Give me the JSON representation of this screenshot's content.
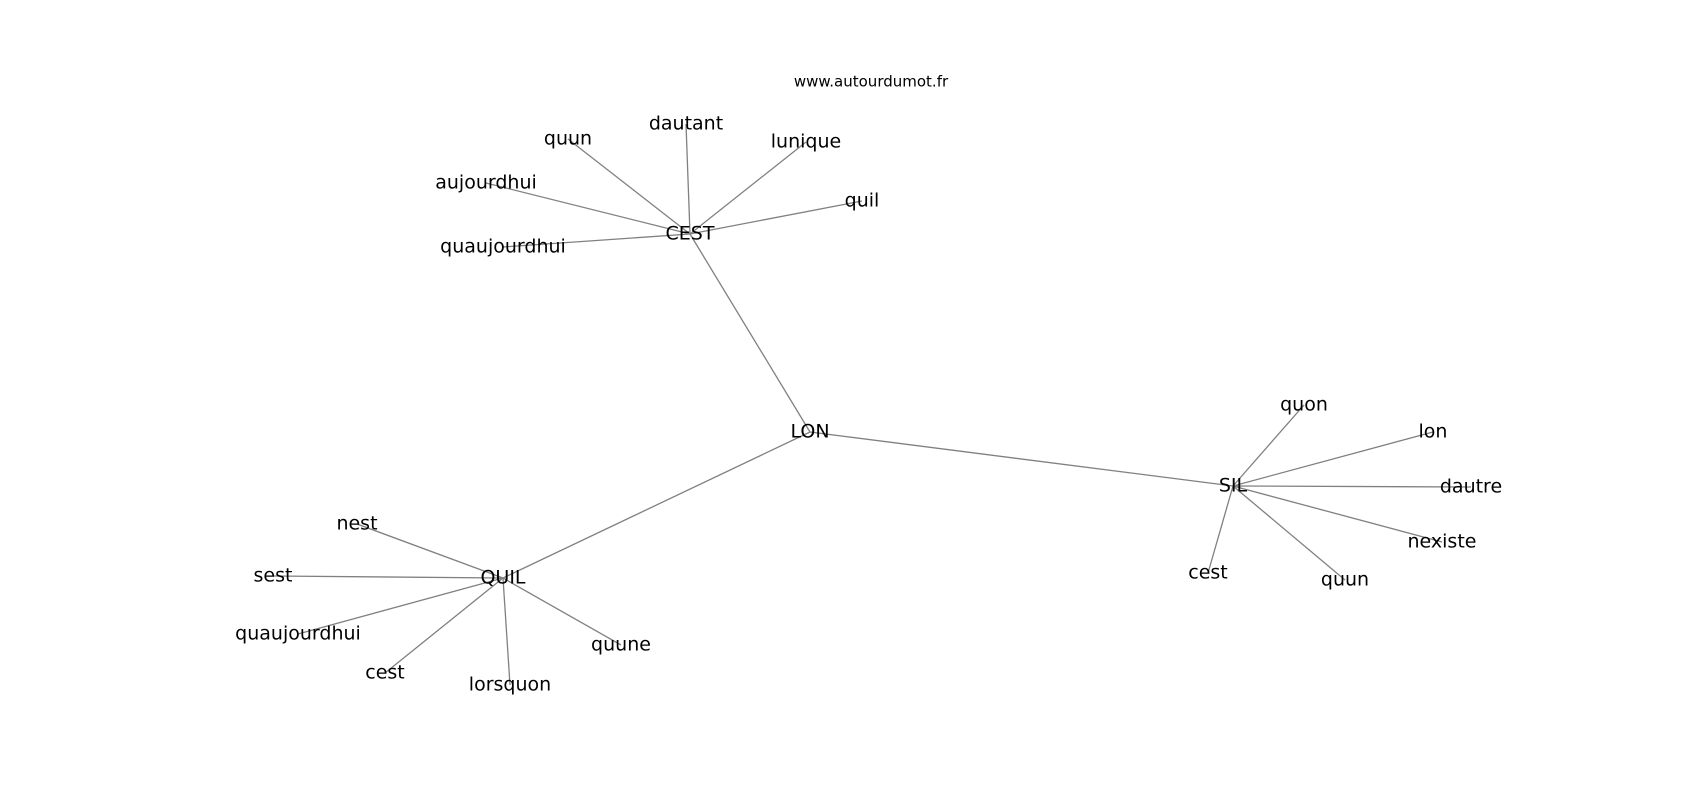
{
  "watermark": "www.autourdumot.fr",
  "graph": {
    "nodes": [
      {
        "id": "LON",
        "label": "LON"
      },
      {
        "id": "CEST",
        "label": "CEST"
      },
      {
        "id": "QUIL",
        "label": "QUIL"
      },
      {
        "id": "SIL",
        "label": "SIL"
      },
      {
        "id": "cest_quun",
        "label": "quun"
      },
      {
        "id": "cest_dautant",
        "label": "dautant"
      },
      {
        "id": "cest_lunique",
        "label": "lunique"
      },
      {
        "id": "cest_aujourdhui",
        "label": "aujourdhui"
      },
      {
        "id": "cest_quil",
        "label": "quil"
      },
      {
        "id": "cest_quaujourdhui",
        "label": "quaujourdhui"
      },
      {
        "id": "quil_nest",
        "label": "nest"
      },
      {
        "id": "quil_sest",
        "label": "sest"
      },
      {
        "id": "quil_quaujourdhui",
        "label": "quaujourdhui"
      },
      {
        "id": "quil_cest",
        "label": "cest"
      },
      {
        "id": "quil_lorsquon",
        "label": "lorsquon"
      },
      {
        "id": "quil_quune",
        "label": "quune"
      },
      {
        "id": "sil_quon",
        "label": "quon"
      },
      {
        "id": "sil_lon",
        "label": "lon"
      },
      {
        "id": "sil_dautre",
        "label": "dautre"
      },
      {
        "id": "sil_nexiste",
        "label": "nexiste"
      },
      {
        "id": "sil_cest",
        "label": "cest"
      },
      {
        "id": "sil_quun",
        "label": "quun"
      }
    ],
    "edges": [
      [
        "LON",
        "CEST"
      ],
      [
        "LON",
        "QUIL"
      ],
      [
        "LON",
        "SIL"
      ],
      [
        "CEST",
        "cest_quun"
      ],
      [
        "CEST",
        "cest_dautant"
      ],
      [
        "CEST",
        "cest_lunique"
      ],
      [
        "CEST",
        "cest_aujourdhui"
      ],
      [
        "CEST",
        "cest_quil"
      ],
      [
        "CEST",
        "cest_quaujourdhui"
      ],
      [
        "QUIL",
        "quil_nest"
      ],
      [
        "QUIL",
        "quil_sest"
      ],
      [
        "QUIL",
        "quil_quaujourdhui"
      ],
      [
        "QUIL",
        "quil_cest"
      ],
      [
        "QUIL",
        "quil_lorsquon"
      ],
      [
        "QUIL",
        "quil_quune"
      ],
      [
        "SIL",
        "sil_quon"
      ],
      [
        "SIL",
        "sil_lon"
      ],
      [
        "SIL",
        "sil_dautre"
      ],
      [
        "SIL",
        "sil_nexiste"
      ],
      [
        "SIL",
        "sil_cest"
      ],
      [
        "SIL",
        "sil_quun"
      ]
    ]
  }
}
